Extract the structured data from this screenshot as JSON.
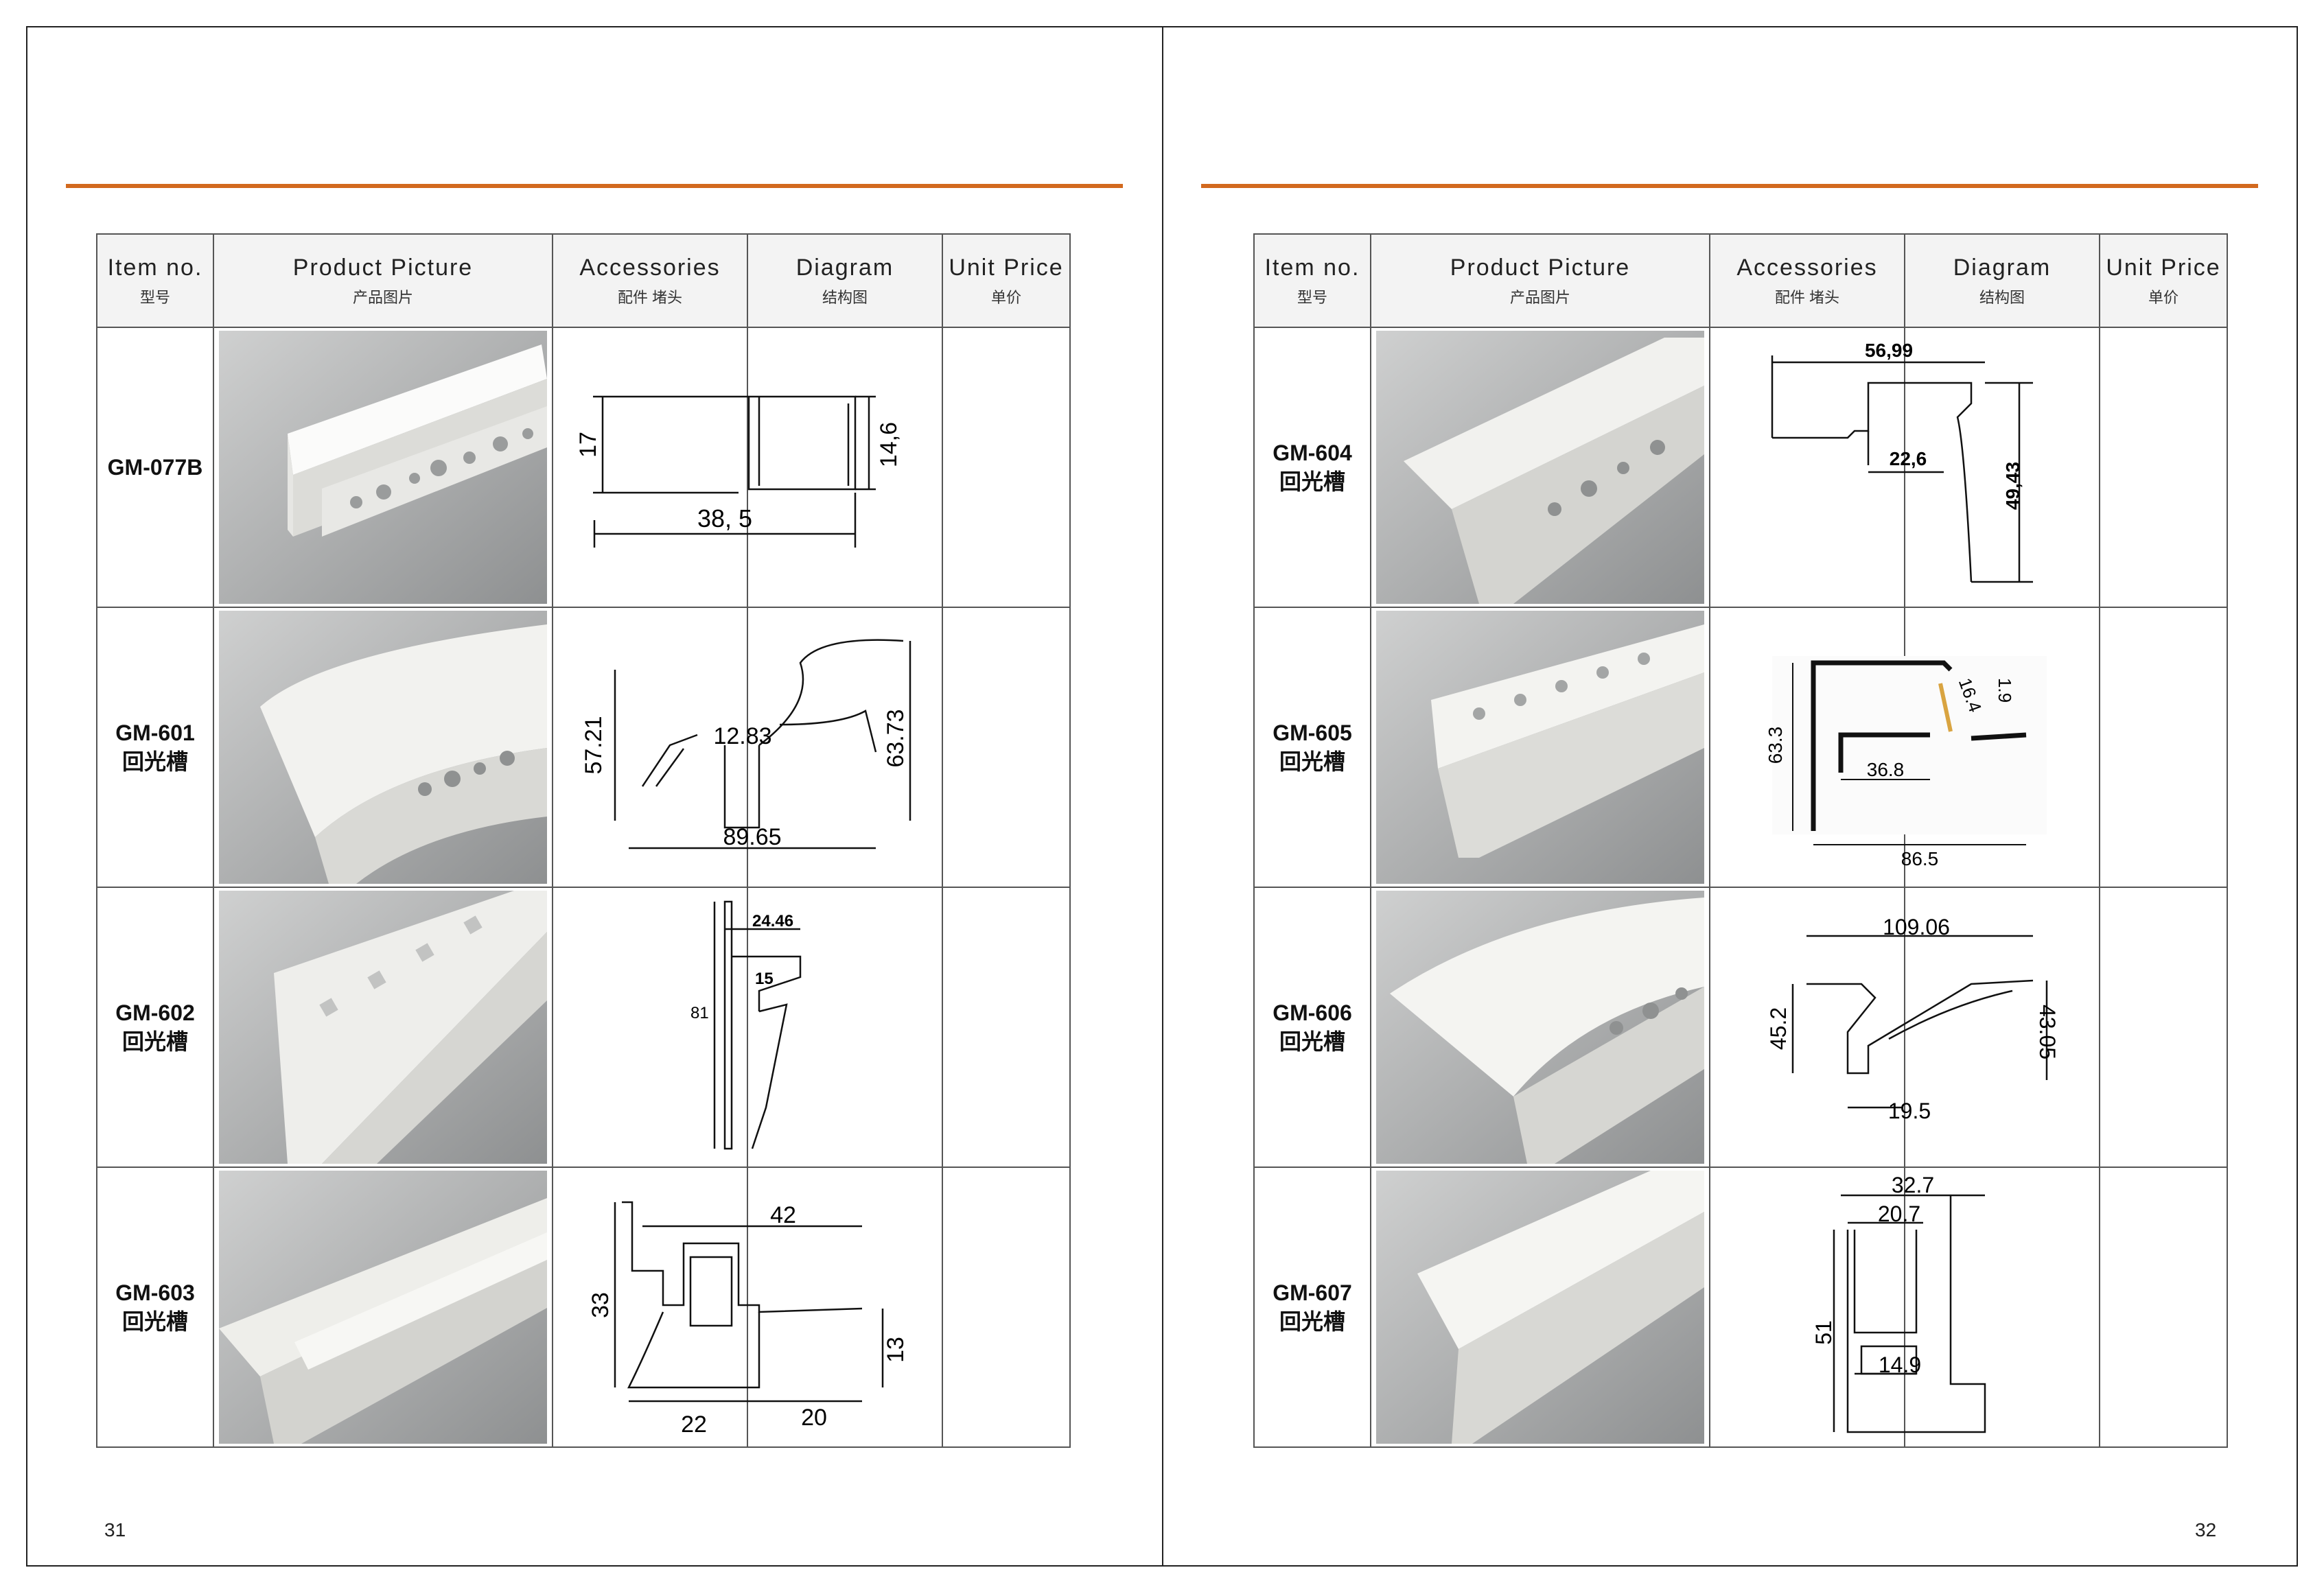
{
  "headers": {
    "item_no": {
      "en": "Item no.",
      "zh": "型号"
    },
    "product_picture": {
      "en": "Product Picture",
      "zh": "产品图片"
    },
    "accessories": {
      "en": "Accessories",
      "zh": "配件 堵头"
    },
    "diagram": {
      "en": "Diagram",
      "zh": "结构图"
    },
    "unit_price": {
      "en": "Unit Price",
      "zh": "单价"
    }
  },
  "left_page": {
    "page_number": "31",
    "rows": [
      {
        "code": "GM-077B",
        "type": "",
        "dims": [
          "17",
          "14,6",
          "38, 5"
        ]
      },
      {
        "code": "GM-601",
        "type": "回光槽",
        "dims": [
          "57.21",
          "12.83",
          "63.73",
          "89.65"
        ]
      },
      {
        "code": "GM-602",
        "type": "回光槽",
        "dims": [
          "24.46",
          "15",
          "81"
        ]
      },
      {
        "code": "GM-603",
        "type": "回光槽",
        "dims": [
          "42",
          "33",
          "13",
          "22",
          "20"
        ]
      }
    ]
  },
  "right_page": {
    "page_number": "32",
    "rows": [
      {
        "code": "GM-604",
        "type": "回光槽",
        "dims": [
          "56,99",
          "22,6",
          "49,43"
        ]
      },
      {
        "code": "GM-605",
        "type": "回光槽",
        "dims": [
          "1.9",
          "16.4",
          "63.3",
          "36.8",
          "86.5"
        ]
      },
      {
        "code": "GM-606",
        "type": "回光槽",
        "dims": [
          "109.06",
          "45.2",
          "43.05",
          "19.5"
        ]
      },
      {
        "code": "GM-607",
        "type": "回光槽",
        "dims": [
          "32.7",
          "20.7",
          "51",
          "14.9"
        ]
      }
    ]
  }
}
